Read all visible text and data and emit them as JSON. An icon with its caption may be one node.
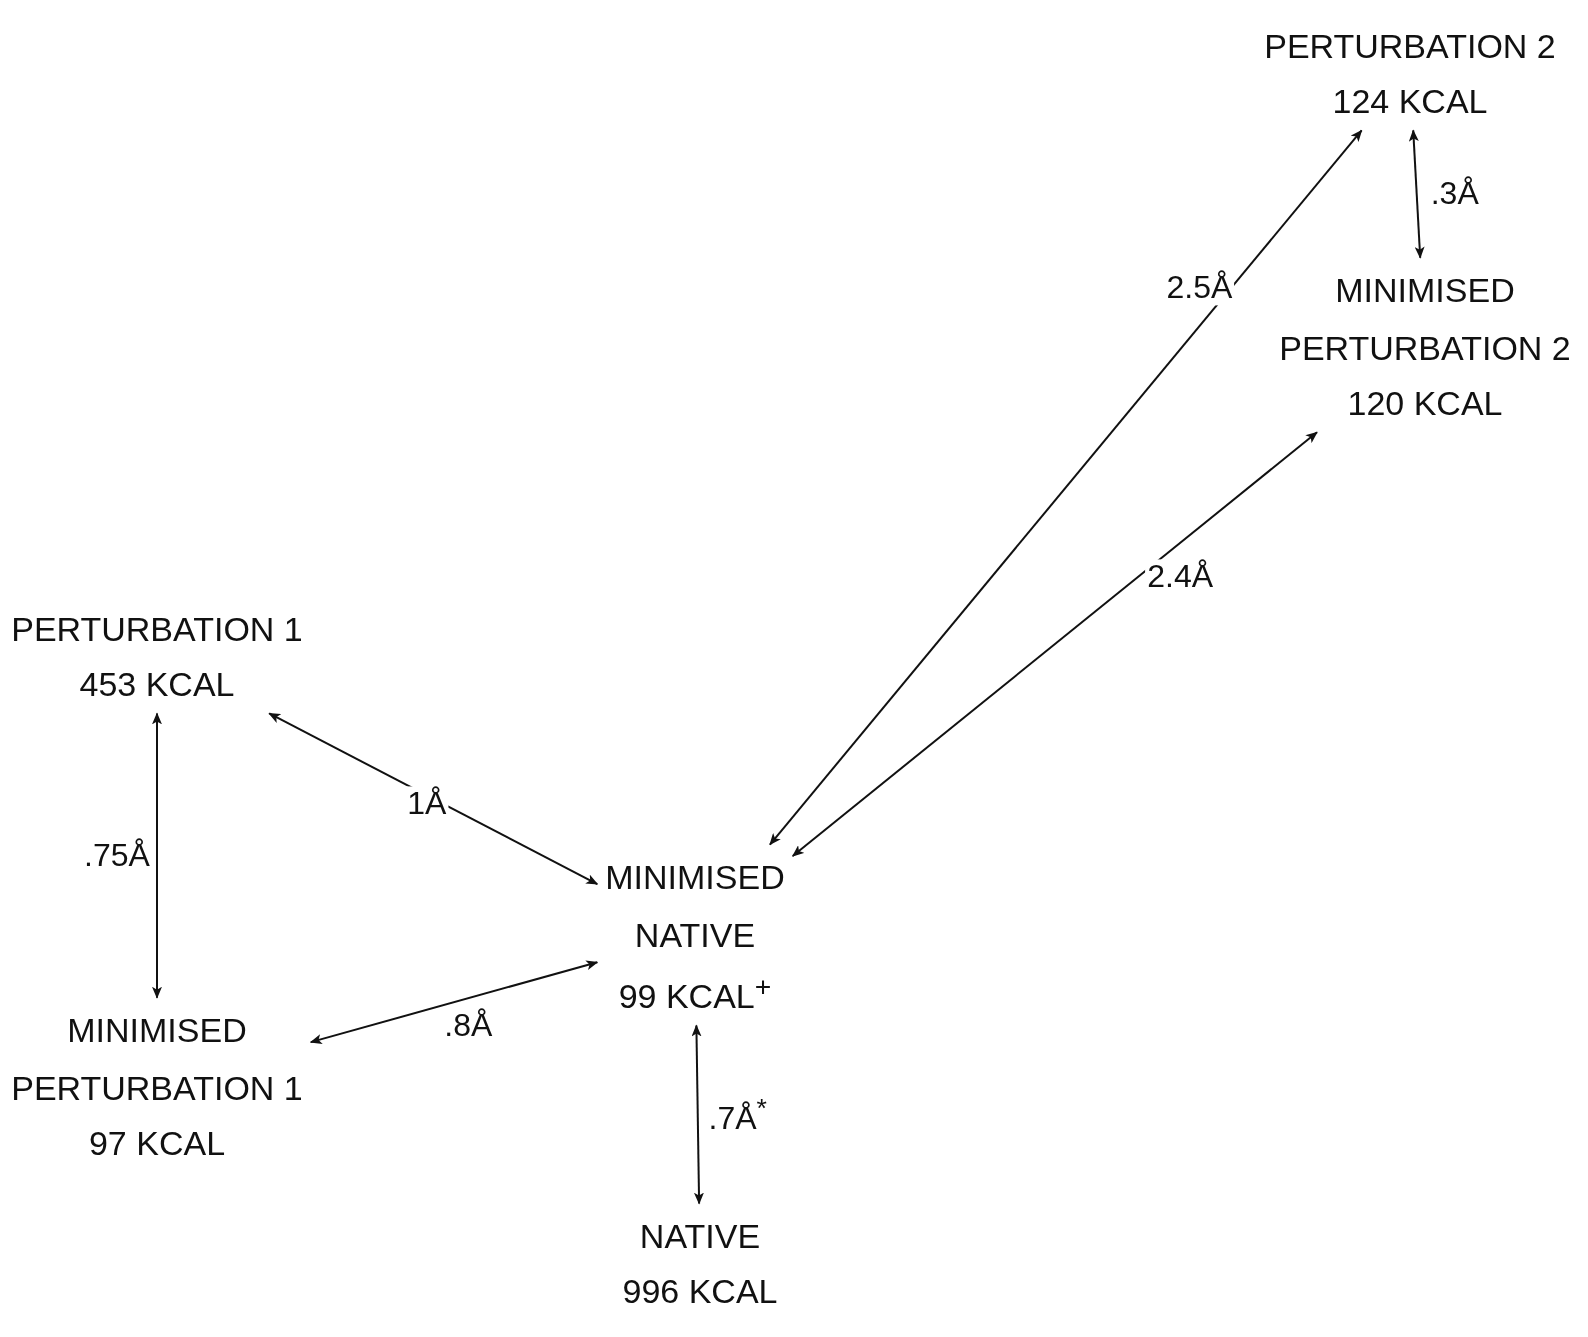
{
  "diagram": {
    "nodes": [
      {
        "text": [
          "PERTURBATION 2",
          "124 KCAL"
        ]
      },
      {
        "text": [
          "MINIMISED PERTURBATION 2",
          "120 KCAL"
        ]
      },
      {
        "text": [
          "PERTURBATION 1",
          "453 KCAL"
        ]
      },
      {
        "text": [
          "MINIMISED NATIVE",
          "99 KCAL$^{+}$"
        ]
      },
      {
        "text": [
          "MINIMISED PERTURBATION 1",
          "97 KCAL"
        ]
      },
      {
        "text": [
          "NATIVE",
          "996 KCAL"
        ]
      }
    ],
    "edges": [
      {
        "from": 0,
        "to": 1,
        "arrow": "both",
        "label": ".3Å"
      },
      {
        "from": 3,
        "to": 0,
        "arrow": "both",
        "label": "2.5Å"
      },
      {
        "from": 3,
        "to": 1,
        "arrow": "both",
        "label": "2.4Å"
      },
      {
        "from": 2,
        "to": 3,
        "arrow": "both",
        "label": "1Å"
      },
      {
        "from": 2,
        "to": 4,
        "arrow": "both",
        "label": ".75Å"
      },
      {
        "from": 3,
        "to": 4,
        "arrow": "both",
        "label": ".8Å"
      },
      {
        "from": 3,
        "to": 5,
        "arrow": "both",
        "label": ".7Å$^{*}$"
      }
    ]
  }
}
